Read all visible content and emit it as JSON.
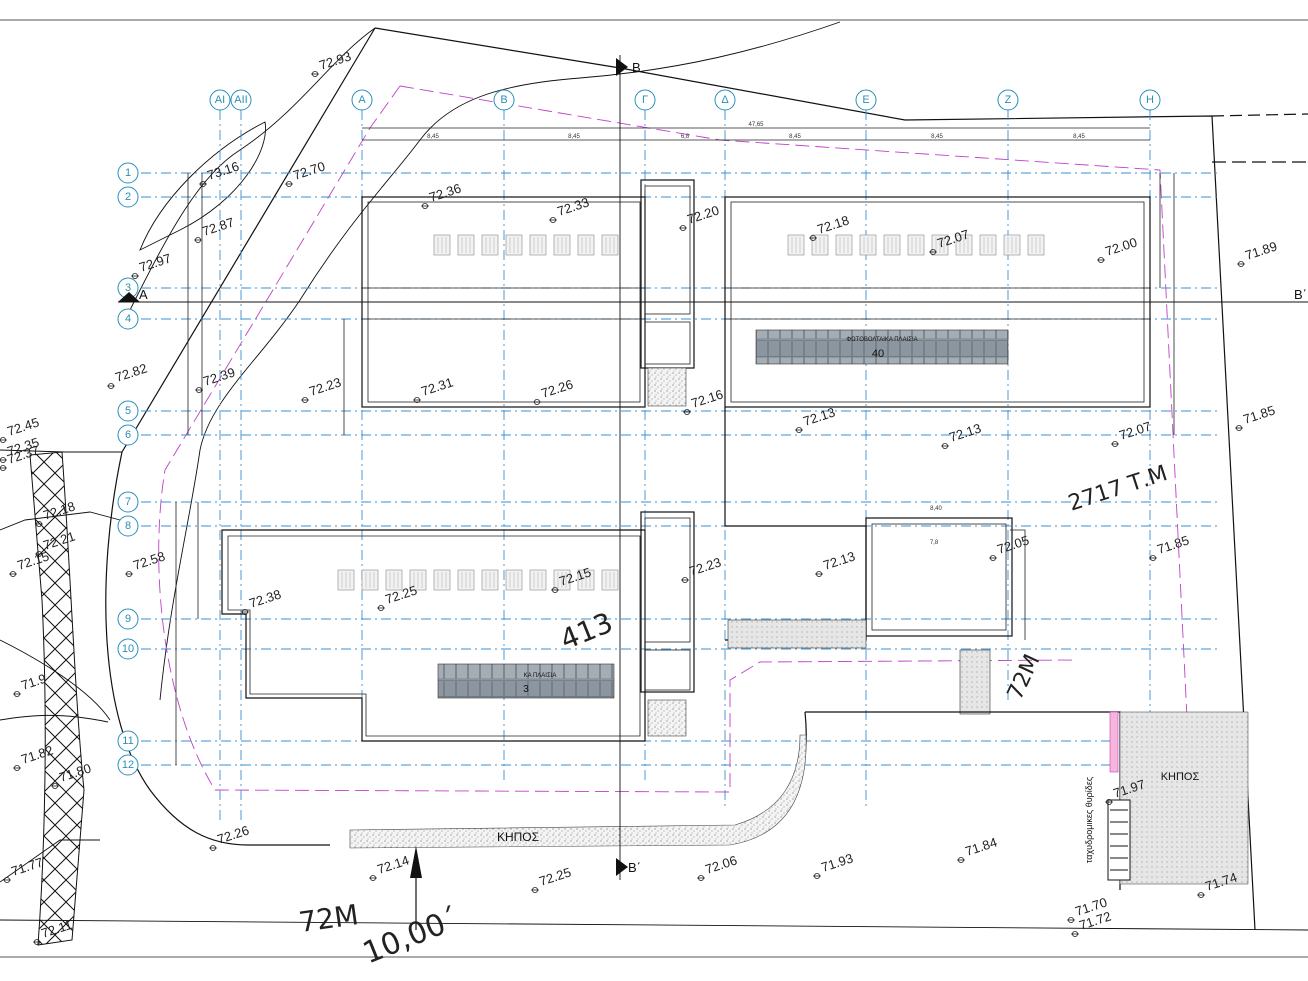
{
  "column_axes": [
    "AI",
    "AII",
    "A",
    "B",
    "Γ",
    "Δ",
    "E",
    "Z",
    "H"
  ],
  "row_axes": [
    "1",
    "2",
    "3",
    "4",
    "5",
    "6",
    "7",
    "8",
    "9",
    "10",
    "11",
    "12"
  ],
  "section_marks": {
    "bb_top": "B",
    "bb_bottom": "B΄",
    "aa_left": "A",
    "aa_right": "B΄"
  },
  "labels": {
    "garden_bottom": "ΚΗΠΟΣ",
    "garden_right": "ΚΗΠΟΣ",
    "pv_panels_top": "ΦΩΤΟΒΟΛΤΑΙΚΑ ΠΛΑΙΣΙΑ",
    "pv_count_top": "40",
    "pv_panels_bottom": "ΚΑ ΠΛΑΙΣΙΑ",
    "pv_count_bottom": "3",
    "area_number": "413",
    "plot_area": "2717  Τ.Μ",
    "road_width_left": "72M",
    "road_width_right": "72M",
    "road_dimension": "10,00΄",
    "mailboxes": "ταχυδρομικες θυρίδες",
    "total_dim": "47,65"
  },
  "levels": [
    {
      "v": "72.93"
    },
    {
      "v": "73.16"
    },
    {
      "v": "72.70"
    },
    {
      "v": "72.87"
    },
    {
      "v": "72.97"
    },
    {
      "v": "72.36"
    },
    {
      "v": "72.33"
    },
    {
      "v": "72.20"
    },
    {
      "v": "72.18"
    },
    {
      "v": "72.07"
    },
    {
      "v": "72.00"
    },
    {
      "v": "71.89"
    },
    {
      "v": "72.82"
    },
    {
      "v": "72.39"
    },
    {
      "v": "72.23"
    },
    {
      "v": "72.31"
    },
    {
      "v": "72.26"
    },
    {
      "v": "72.16"
    },
    {
      "v": "72.13"
    },
    {
      "v": "72.13"
    },
    {
      "v": "72.07"
    },
    {
      "v": "71.85"
    },
    {
      "v": "72.45"
    },
    {
      "v": "72.35"
    },
    {
      "v": "72.37"
    },
    {
      "v": "72.18"
    },
    {
      "v": "72.21"
    },
    {
      "v": "72.15"
    },
    {
      "v": "72.58"
    },
    {
      "v": "72.38"
    },
    {
      "v": "72.25"
    },
    {
      "v": "72.15"
    },
    {
      "v": "72.23"
    },
    {
      "v": "72.13"
    },
    {
      "v": "72.05"
    },
    {
      "v": "71.85"
    },
    {
      "v": "71.9"
    },
    {
      "v": "71.82"
    },
    {
      "v": "71.80"
    },
    {
      "v": "71.97"
    },
    {
      "v": "72.26"
    },
    {
      "v": "72.14"
    },
    {
      "v": "72.25"
    },
    {
      "v": "72.06"
    },
    {
      "v": "71.93"
    },
    {
      "v": "71.84"
    },
    {
      "v": "71.77"
    },
    {
      "v": "71.74"
    },
    {
      "v": "71.70"
    },
    {
      "v": "71.72"
    },
    {
      "v": "72.11"
    }
  ],
  "dims": {
    "bay": "8,45",
    "small": "6,8",
    "d1": "8,40",
    "d2": "7,8"
  }
}
